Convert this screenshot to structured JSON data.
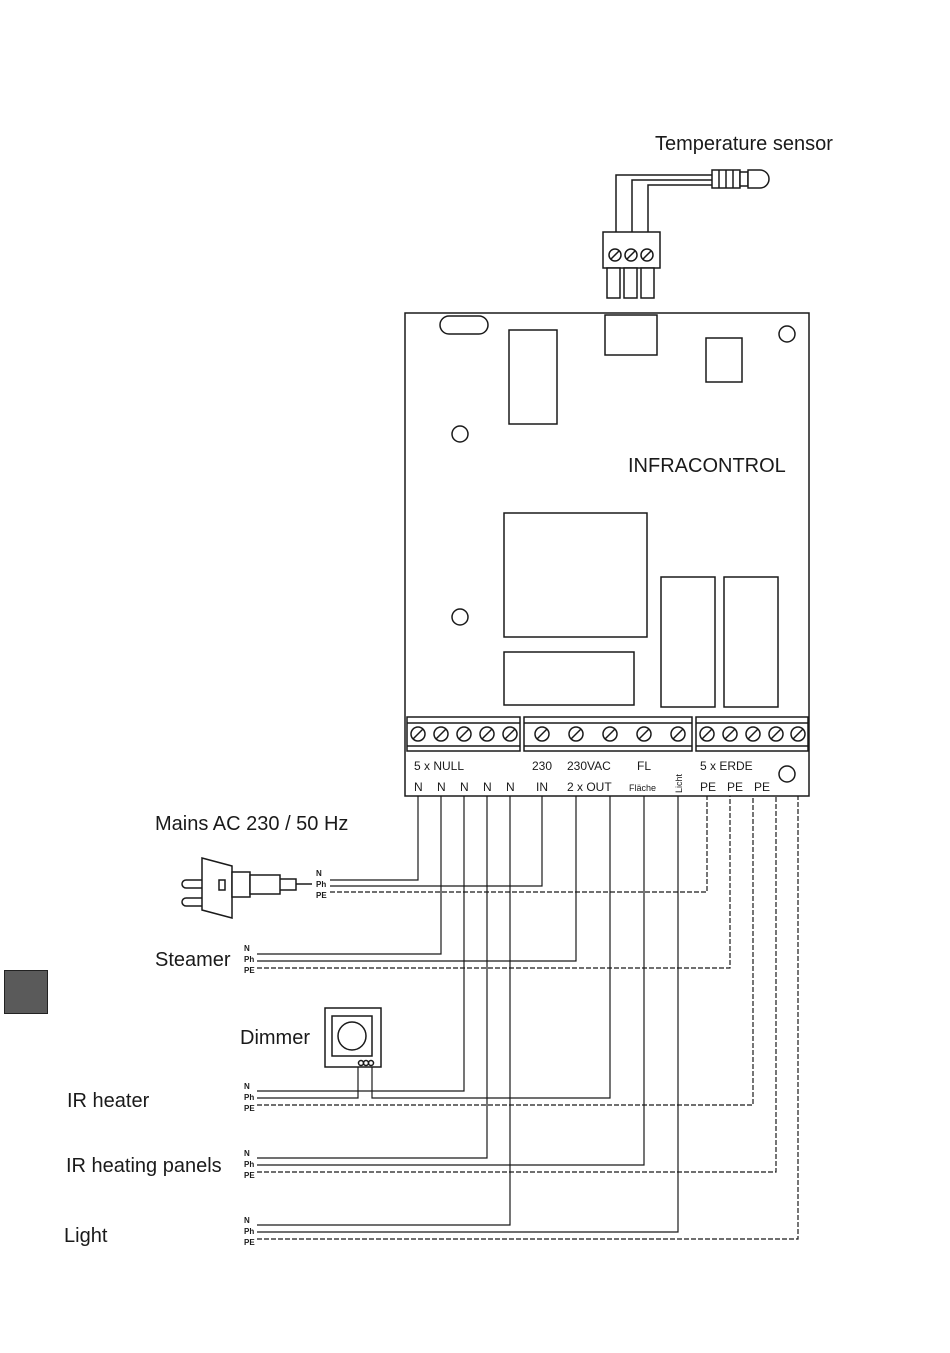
{
  "labels": {
    "temperature_sensor": "Temperature sensor",
    "controller_name": "INFRACONTROL",
    "mains": "Mains AC 230 / 50 Hz",
    "steamer": "Steamer",
    "dimmer": "Dimmer",
    "ir_heater": "IR heater",
    "ir_heating_panels": "IR heating panels",
    "light": "Light"
  },
  "terminals": {
    "null_group": "5 x NULL",
    "in_group": "230",
    "out_group": "230VAC",
    "fl_group": "FL",
    "erde_group": "5 x ERDE",
    "n": "N",
    "in": "IN",
    "out": "2 x OUT",
    "flaeche": "Fläche",
    "licht": "Licht",
    "pe": "PE"
  },
  "wire_tags": {
    "n": "N",
    "ph": "Ph",
    "pe": "PE"
  },
  "colors": {
    "line": "#1a1a1a",
    "edge_tab": "#5a5a5a"
  }
}
